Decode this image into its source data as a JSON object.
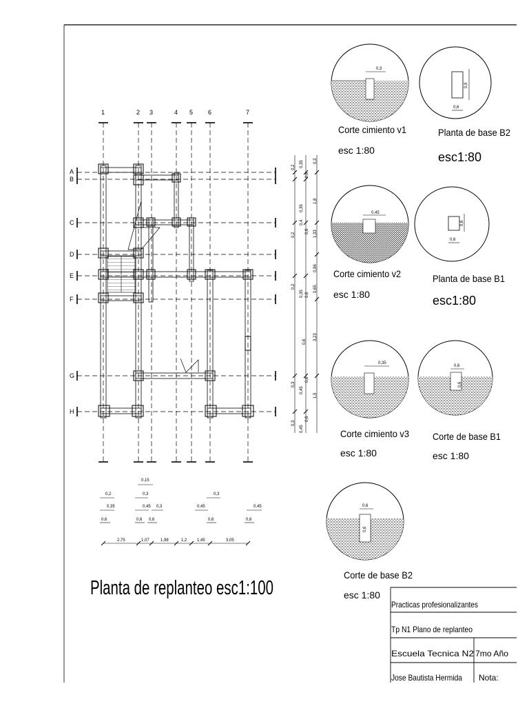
{
  "plan": {
    "title": "Planta de replanteo esc1:100",
    "axes_numbers": [
      "1",
      "2",
      "3",
      "4",
      "5",
      "6",
      "7"
    ],
    "axes_letters": [
      "A",
      "B",
      "C",
      "D",
      "E",
      "F",
      "G",
      "H"
    ],
    "bottom_dims": [
      "2,75",
      "1,07",
      "1,98",
      "1,2",
      "1,45",
      "3,05"
    ],
    "bottom_small": [
      "0,15",
      "0,2",
      "0,3",
      "0,3",
      "0,35",
      "0,45",
      "0,3",
      "0,45",
      "0,45",
      "0,6",
      "0,6",
      "0,6",
      "0,6",
      "0,6"
    ],
    "right_dims": [
      "0,2",
      "0,35",
      "0,6",
      "0,3",
      "0,35",
      "0,4",
      "0,6",
      "1,8",
      "0,2",
      "1,33",
      "0,2",
      "0,35",
      "0,6",
      "0,65",
      "0,96",
      "0,6",
      "3,23",
      "0,3",
      "0,45",
      "0,6",
      "1,5",
      "0,3",
      "0,45",
      "0,6"
    ]
  },
  "details": [
    {
      "title": "Corte cimiento v1",
      "scale": "esc 1:80",
      "dim": "0,3"
    },
    {
      "title": "Planta de base B2",
      "scale": "esc1:80",
      "dim": "0,6",
      "dim2": "0,9"
    },
    {
      "title": "Corte cimiento v2",
      "scale": "esc 1:80",
      "dim": "0,45"
    },
    {
      "title": "Planta de base B1",
      "scale": "esc1:80",
      "dim": "0,6",
      "dim2": "0,6"
    },
    {
      "title": "Corte cimiento v3",
      "scale": "esc 1:80",
      "dim": "0,35"
    },
    {
      "title": "Corte de base B1",
      "scale": "esc 1:80",
      "dim": "0,6",
      "dim2": "0,6"
    },
    {
      "title": "Corte de base B2",
      "scale": "esc 1:80",
      "dim": "0,6",
      "dim2": "0,6"
    }
  ],
  "title_block": {
    "subject": "Practicas profesionalizantes",
    "work": "Tp N1 Plano de replanteo",
    "school": "Escuela Tecnica N2",
    "year": "7mo Año",
    "author": "Jose Bautista Hermida",
    "grade": "Nota:"
  }
}
